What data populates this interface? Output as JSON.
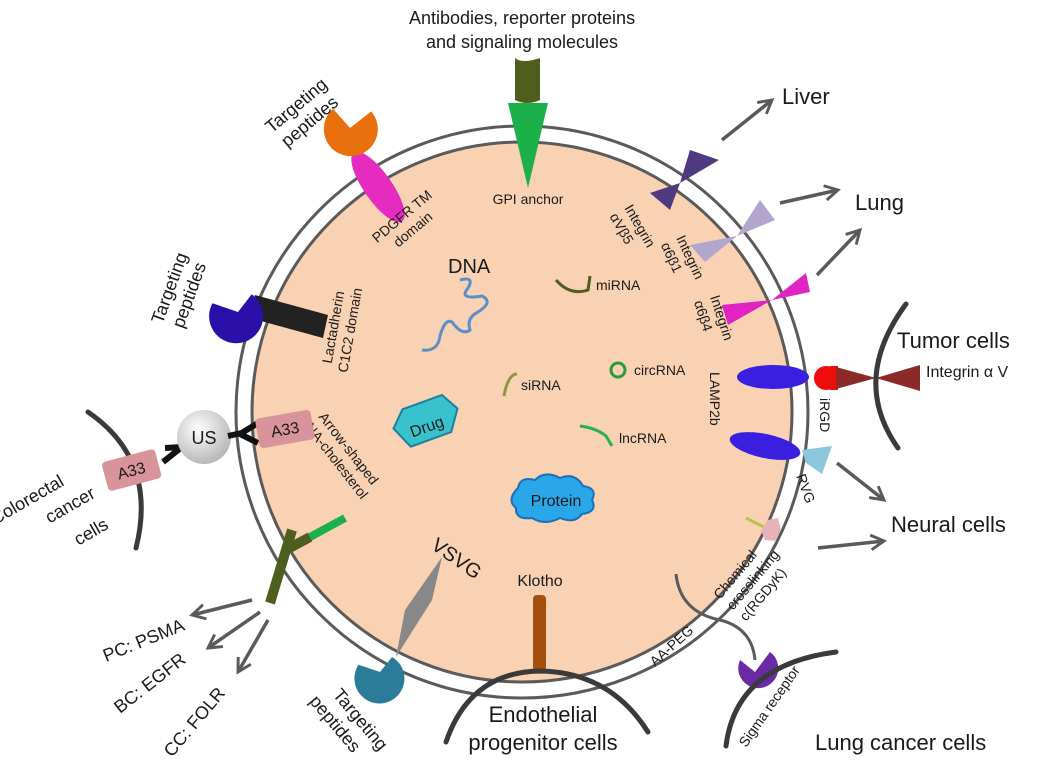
{
  "title": "Engineered exosome surface modification and cargo diagram",
  "top_label": {
    "line1": "Antibodies, reporter proteins",
    "line2": "and signaling molecules"
  },
  "membrane_anchors": {
    "gpi": "GPI anchor",
    "pdgfr": {
      "line1": "PDGFR TM",
      "line2": "domain"
    },
    "lactadherin": {
      "line1": "Lactadherin",
      "line2": "C1C2 domain"
    },
    "integrin_avb5": {
      "line1": "Integrin",
      "line2": "αVβ5"
    },
    "integrin_a6b1": {
      "line1": "Integrin",
      "line2": "α6β1"
    },
    "integrin_a6b4": {
      "line1": "Integrin",
      "line2": "α6β4"
    },
    "lamp2b": "LAMP2b",
    "arrow_rna": {
      "line1": "Arrow-shaped",
      "line2": "RNA-cholesterol"
    },
    "vsvg": "VSVG",
    "klotho": "Klotho"
  },
  "targeting_peptides": {
    "line1": "Targeting",
    "line2": "peptides"
  },
  "cargo": {
    "dna": "DNA",
    "mirna": "miRNA",
    "sirna": "siRNA",
    "circrna": "circRNA",
    "lncrna": "lncRNA",
    "drug": "Drug",
    "protein": "Protein"
  },
  "targets": {
    "liver": "Liver",
    "lung": "Lung",
    "tumor_cells": "Tumor cells",
    "integrin_av": "Integrin α V",
    "irgd": "iRGD",
    "rvg": "RVG",
    "neural_cells": "Neural cells",
    "chemical": {
      "line1": "Chemical",
      "line2": "crosslinking",
      "line3": "c(RGDyK)"
    },
    "aa_peg": "AA-PEG",
    "sigma_receptor": "Sigma receptor",
    "lung_cancer_cells": "Lung cancer cells",
    "endothelial": {
      "line1": "Endothelial",
      "line2": "progenitor cells"
    },
    "colorectal": {
      "line1": "Colorectal",
      "line2": "cancer",
      "line3": "cells"
    },
    "a33": "A33",
    "us": "US",
    "pc_psma": "PC: PSMA",
    "bc_egfr": "BC: EGFR",
    "cc_folr": "CC: FOLR"
  },
  "colors": {
    "lumen": "#f9d1b3",
    "membrane": "#5a5a5a",
    "gpi": "#1bb04a",
    "antibody": "#4e5e1f",
    "pdgfr": "#e62cc0",
    "orange_peptide": "#e8700c",
    "lactadherin": "#222222",
    "navy_peptide": "#2a0fa8",
    "integrin_avb5": "#4f3a80",
    "integrin_a6b1": "#b3a6cc",
    "integrin_a6b4": "#e223c4",
    "lamp2b": "#3b1fe0",
    "irgd": "#ee0d0d",
    "integrin_av": "#8c2a2a",
    "rvg": "#8cc8dc",
    "drug": "#38c2cc",
    "protein": "#2aa7e8",
    "dna": "#5b8fc8",
    "a33": "#d9939a",
    "vsvg": "#888888",
    "teal_peptide": "#2b7c98",
    "klotho": "#a44f0b",
    "sigma": "#6a2aa5",
    "rgd_hex": "#e6b3b8"
  }
}
